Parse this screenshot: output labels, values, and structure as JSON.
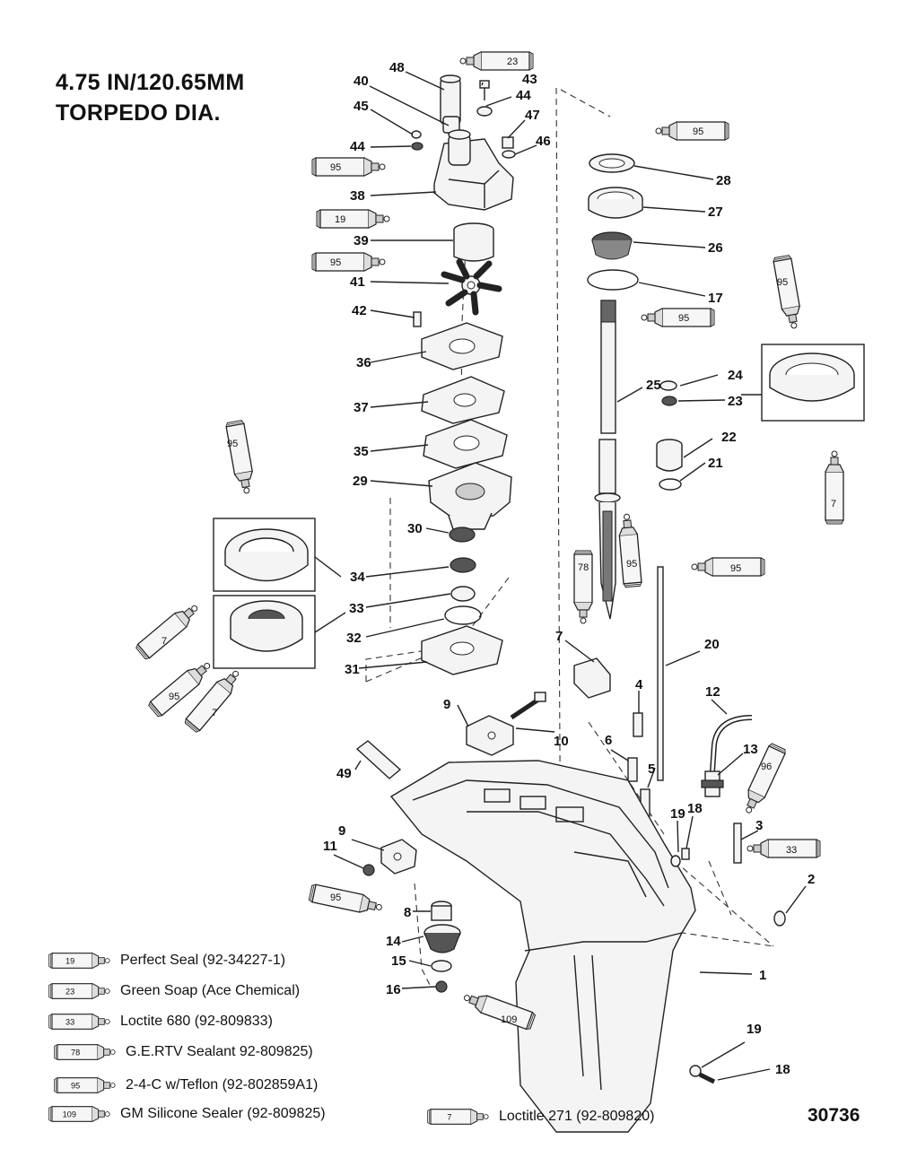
{
  "title": {
    "line1": "4.75 IN/120.65MM",
    "line2": "TORPEDO DIA."
  },
  "reference_number": "30736",
  "legend": [
    {
      "tube": "19",
      "label": "Perfect Seal (92-34227-1)"
    },
    {
      "tube": "23",
      "label": "Green Soap (Ace Chemical)"
    },
    {
      "tube": "33",
      "label": "Loctite 680 (92-809833)"
    },
    {
      "tube": "78",
      "label": "G.E.RTV Sealant 92-809825)"
    },
    {
      "tube": "95",
      "label": "2-4-C w/Teflon (92-802859A1)"
    },
    {
      "tube": "109",
      "label": "GM Silicone Sealer (92-809825)"
    },
    {
      "tube": "7",
      "label": "Loctitle 271 (92-809820)"
    }
  ],
  "callouts": [
    "48",
    "40",
    "43",
    "44",
    "45",
    "47",
    "44",
    "46",
    "38",
    "39",
    "41",
    "42",
    "36",
    "37",
    "35",
    "29",
    "30",
    "34",
    "33",
    "32",
    "31",
    "28",
    "27",
    "26",
    "17",
    "25",
    "24",
    "23",
    "22",
    "21",
    "7",
    "20",
    "12",
    "9",
    "10",
    "4",
    "6",
    "5",
    "13",
    "49",
    "19",
    "18",
    "3",
    "9",
    "11",
    "2",
    "8",
    "14",
    "15",
    "16",
    "1",
    "19",
    "18"
  ],
  "tubes_in_diagram": [
    "23",
    "95",
    "19",
    "95",
    "95",
    "95",
    "95",
    "7",
    "95",
    "7",
    "95",
    "7",
    "78",
    "95",
    "95",
    "96",
    "33",
    "95",
    "109"
  ]
}
